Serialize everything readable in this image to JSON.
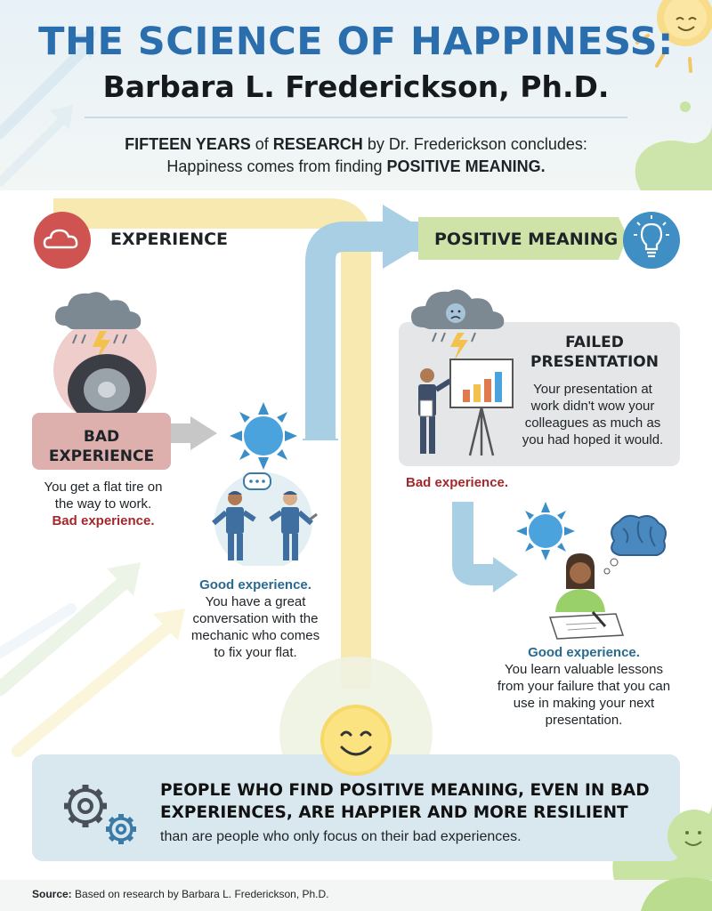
{
  "header": {
    "title": "THE SCIENCE OF HAPPINESS:",
    "subtitle": "Barbara L. Frederickson, Ph.D.",
    "intro_part1": "FIFTEEN YEARS",
    "intro_part2": " of ",
    "intro_part3": "RESEARCH",
    "intro_part4": " by Dr. Frederickson concludes:",
    "intro_line2_part1": "Happiness comes from finding ",
    "intro_line2_part2": "POSITIVE MEANING."
  },
  "experience": {
    "label": "EXPERIENCE",
    "bad_title_line1": "BAD",
    "bad_title_line2": "EXPERIENCE",
    "bad_text_line1": "You get a flat tire on",
    "bad_text_line2": "the way to work.",
    "bad_tag": "Bad experience.",
    "good_tag": "Good experience.",
    "good_text_line1": "You have a great",
    "good_text_line2": "conversation with the",
    "good_text_line3": "mechanic who comes",
    "good_text_line4": "to fix your flat."
  },
  "positive_meaning": {
    "label": "POSITIVE MEANING",
    "failed_title_line1": "FAILED",
    "failed_title_line2": "PRESENTATION",
    "failed_text_line1": "Your presentation at",
    "failed_text_line2": "work didn't wow your",
    "failed_text_line3": "colleagues as much as",
    "failed_text_line4": "you had hoped it would.",
    "bad_tag": "Bad experience.",
    "good_tag": "Good experience.",
    "good_text_line1": "You learn valuable lessons",
    "good_text_line2": "from your failure that you can",
    "good_text_line3": "use in making your next",
    "good_text_line4": "presentation."
  },
  "conclusion": {
    "headline_line1": "PEOPLE WHO FIND POSITIVE MEANING, EVEN IN BAD",
    "headline_line2": "EXPERIENCES, ARE HAPPIER AND MORE RESILIENT",
    "tail": "than are people who only focus on their bad experiences."
  },
  "source": {
    "label": "Source:",
    "text": " Based on research by Barbara L. Frederickson, Ph.D."
  },
  "colors": {
    "title_blue": "#2a6eae",
    "experience_band": "#f6e7a6",
    "meaning_band": "#cfe3a8",
    "flow_arrow": "#a9cfe4",
    "bad_red": "#a3282c",
    "good_blue": "#2a6a8f",
    "footer_box": "#d8e8ee"
  }
}
